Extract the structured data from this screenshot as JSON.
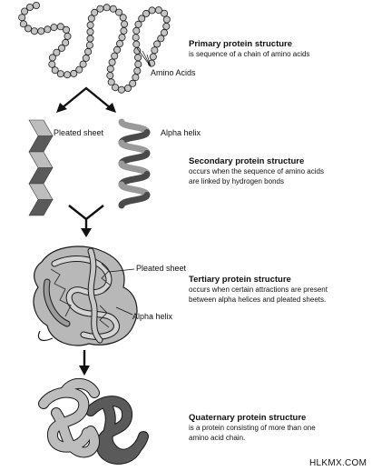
{
  "primary": {
    "title": "Primary protein structure",
    "description": "is sequence of a chain of amino acids",
    "label_amino_acids": "Amino Acids"
  },
  "secondary": {
    "title": "Secondary protein structure",
    "description_line1": "occurs when the sequence of amino acids",
    "description_line2": "are linked by hydrogen bonds",
    "label_pleated_sheet": "Pleated sheet",
    "label_alpha_helix": "Alpha helix"
  },
  "tertiary": {
    "title": "Tertiary protein structure",
    "description_line1": "occurs when certain attractions are present",
    "description_line2": "between alpha helices and pleated sheets.",
    "label_pleated_sheet": "Pleated sheet",
    "label_alpha_helix": "Alpha helix"
  },
  "quaternary": {
    "title": "Quaternary protein structure",
    "description_line1": "is a protein consisting of more than one",
    "description_line2": "amino acid chain."
  },
  "watermark": "HLKMX.COM",
  "colors": {
    "bead_fill": "#c4c4c4",
    "dark_gray": "#5a5a5a",
    "light_gray": "#bdbdbd",
    "outline": "#1a1a1a"
  }
}
